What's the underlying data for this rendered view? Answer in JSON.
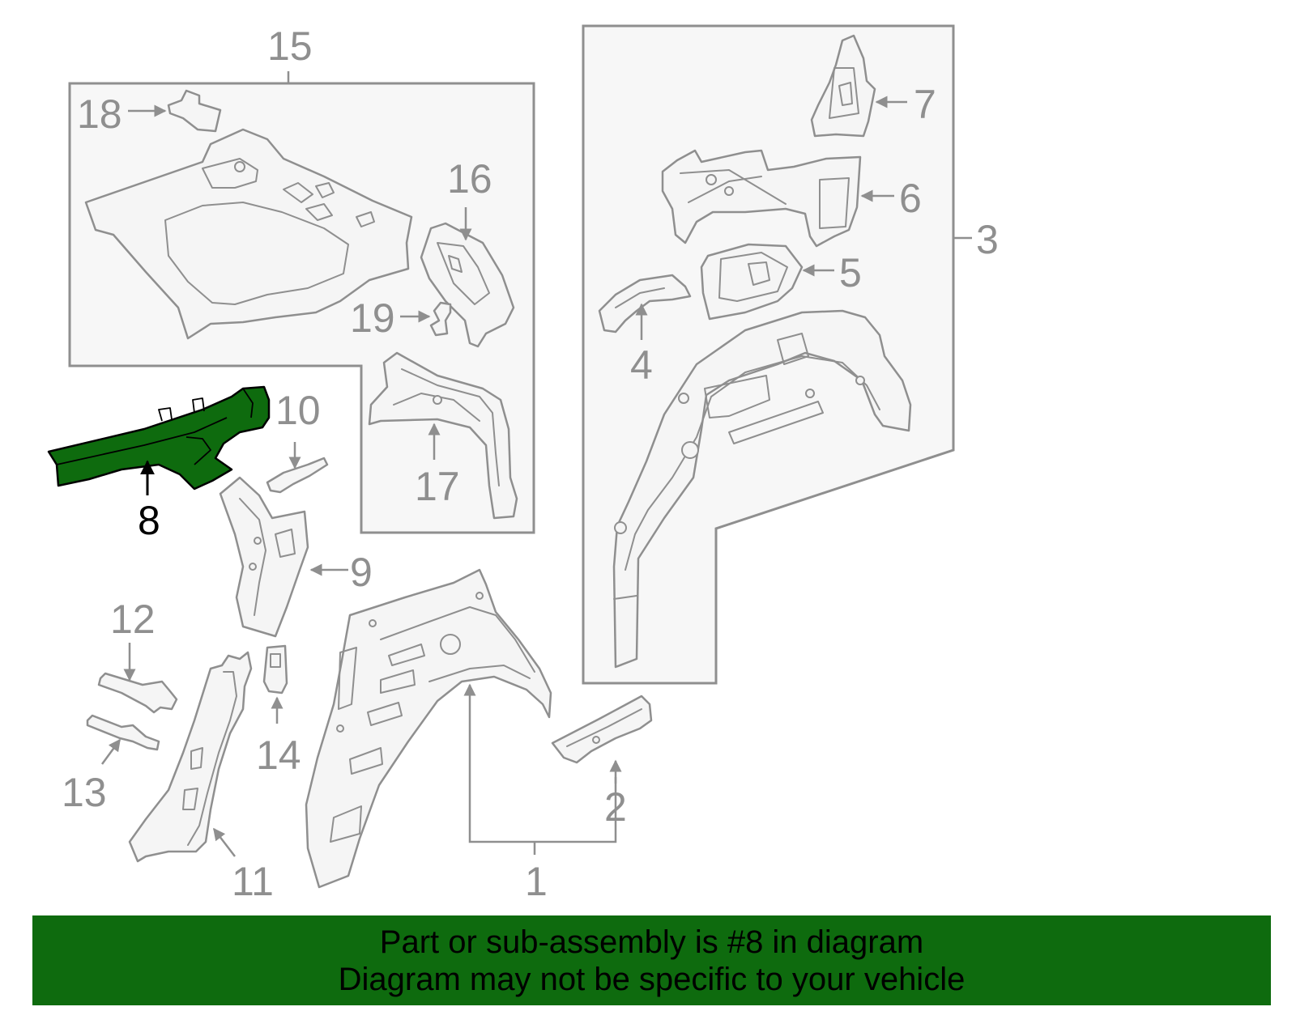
{
  "diagram": {
    "highlight_color": "#0e6b0e",
    "highlighted_part": "8",
    "callouts": [
      "1",
      "2",
      "3",
      "4",
      "5",
      "6",
      "7",
      "8",
      "9",
      "10",
      "11",
      "12",
      "13",
      "14",
      "15",
      "16",
      "17",
      "18",
      "19"
    ]
  },
  "banner": {
    "line1": "Part or sub-assembly is #8 in diagram",
    "line2": "Diagram may not be specific to your vehicle"
  }
}
